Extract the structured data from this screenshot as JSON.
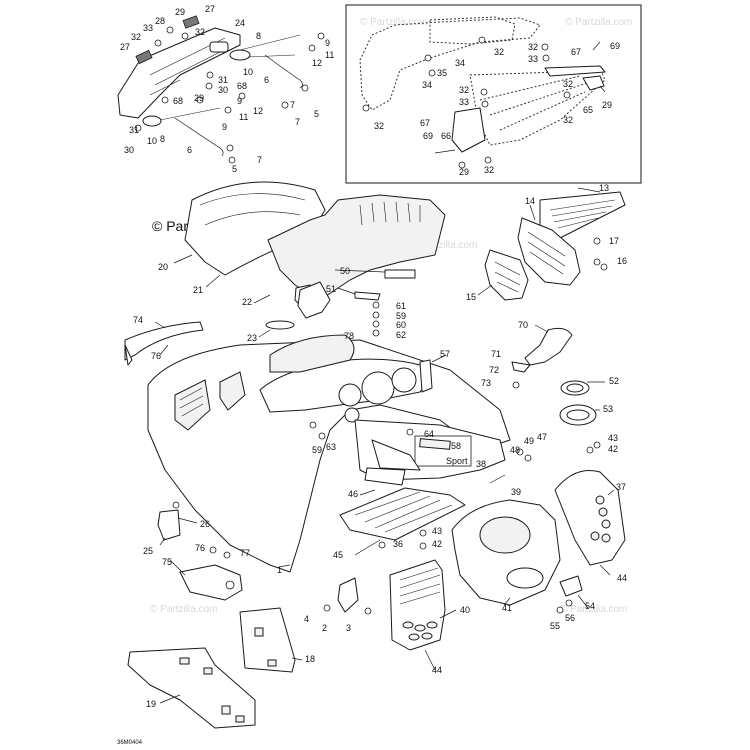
{
  "watermark": {
    "brand_text": "© Partzilla.com",
    "repeat_text": "© Partzilla.com"
  },
  "figure_ref": "36M0404",
  "decal_labels": {
    "sport": "Sport",
    "box_number": "58"
  },
  "callouts": {
    "c1": "1",
    "c2": "2",
    "c3": "3",
    "c4": "4",
    "c5": "5",
    "c5b": "5",
    "c6": "6",
    "c6b": "6",
    "c7": "7",
    "c7b": "7",
    "c8": "8",
    "c8b": "8",
    "c9": "9",
    "c9b": "9",
    "c10": "10",
    "c10b": "10",
    "c11": "11",
    "c11b": "11",
    "c12": "12",
    "c12b": "12",
    "c13": "13",
    "c14": "14",
    "c15": "15",
    "c16": "16",
    "c17": "17",
    "c18": "18",
    "c19": "19",
    "c20": "20",
    "c21": "21",
    "c22": "22",
    "c23": "23",
    "c24": "24",
    "c25": "25",
    "c26": "26",
    "c27": "27",
    "c27b": "27",
    "c28": "28",
    "c29": "29",
    "c29b": "29",
    "c29c": "29",
    "c29d": "29",
    "c30": "30",
    "c30b": "30",
    "c31": "31",
    "c31b": "31",
    "c32": "32",
    "c32b": "32",
    "c32c": "32",
    "c32d": "32",
    "c32e": "32",
    "c32f": "32",
    "c32g": "32",
    "c32h": "32",
    "c33": "33",
    "c33b": "33",
    "c33c": "33",
    "c34": "34",
    "c34b": "34",
    "c35": "35",
    "c36": "36",
    "c37": "37",
    "c38": "38",
    "c39": "39",
    "c40": "40",
    "c41": "41",
    "c42": "42",
    "c42b": "42",
    "c43": "43",
    "c43b": "43",
    "c44": "44",
    "c44b": "44",
    "c45": "45",
    "c46": "46",
    "c47": "47",
    "c48": "48",
    "c49": "49",
    "c50": "50",
    "c51": "51",
    "c52": "52",
    "c53": "53",
    "c54": "54",
    "c55": "55",
    "c56": "56",
    "c57": "57",
    "c59": "59",
    "c59b": "59",
    "c60": "60",
    "c61": "61",
    "c62": "62",
    "c63": "63",
    "c64": "64",
    "c65": "65",
    "c66": "66",
    "c67": "67",
    "c67b": "67",
    "c68": "68",
    "c68b": "68",
    "c69": "69",
    "c69b": "69",
    "c70": "70",
    "c71": "71",
    "c72": "72",
    "c73": "73",
    "c74": "74",
    "c75": "75",
    "c76": "76",
    "c76b": "76",
    "c77": "77",
    "c78": "78"
  }
}
